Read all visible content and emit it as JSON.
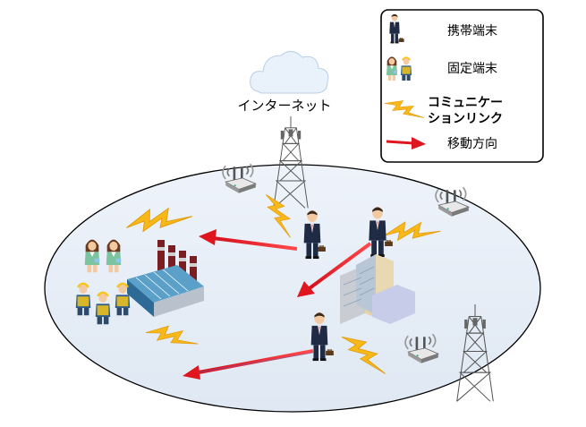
{
  "internet_label": "インターネット",
  "legend": {
    "mobile": "携帯端末",
    "fixed": "固定端末",
    "comm_line1": "コミュニケー",
    "comm_line2": "ションリンク",
    "movement": "移動方向"
  },
  "colors": {
    "coverage_fill": "#e6eef7",
    "arrow": "#e0161e",
    "bolt": "#f7b81a",
    "legend_border": "#000000"
  }
}
